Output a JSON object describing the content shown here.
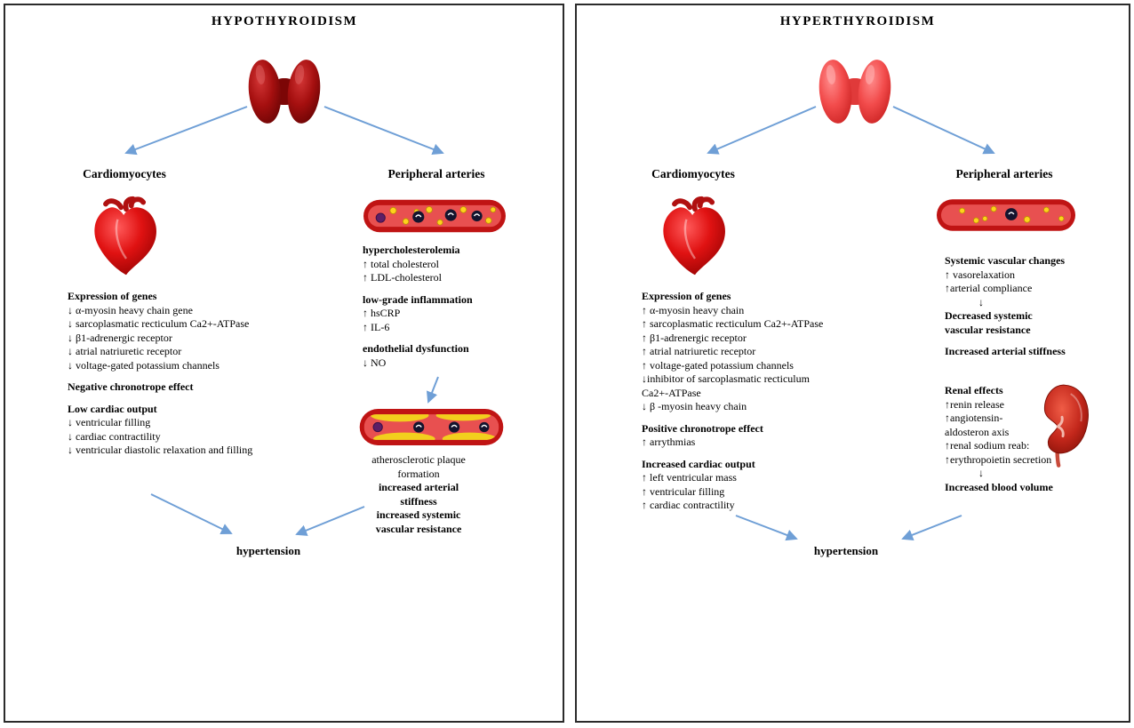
{
  "colors": {
    "arrow": "#6f9fd6",
    "hypo_thyroid": "#9a0f0f",
    "hyper_thyroid": "#f24b4b",
    "heart": "#cc0000",
    "artery_wall": "#c01414",
    "plaque_yellow": "#f2cf1d",
    "kidney": "#c3271b",
    "panel_border": "#2b2b2b",
    "text": "#000000",
    "background": "#ffffff"
  },
  "icons": {
    "left_thyroid": "thyroid-gland-dark-red",
    "right_thyroid": "thyroid-gland-bright-red",
    "heart": "anatomical-heart",
    "artery": "artery-with-lipids-and-cells",
    "athero_artery": "artery-with-atherosclerotic-plaque",
    "kidney": "kidney-with-ureter"
  },
  "panels": [
    {
      "title": "HYPOTHYROIDISM",
      "cardio_label": "Cardiomyocytes",
      "arteries_label": "Peripheral arteries",
      "hypertension_label": "hypertension",
      "cardio_lines": [
        "Expression of genes",
        "↓ α-myosin heavy chain gene",
        "↓ sarcoplasmatic recticulum Ca2+-ATPase",
        "↓ β1-adrenergic receptor",
        "↓ atrial natriuretic receptor",
        "↓ voltage-gated potassium channels",
        "Negative chronotrope effect",
        "Low cardiac output",
        "↓ ventricular filling",
        "↓ cardiac contractility",
        "↓ ventricular diastolic relaxation and filling"
      ],
      "artery_lines": [
        "hypercholesterolemia",
        "↑ total cholesterol",
        "↑ LDL-cholesterol",
        "low-grade inflammation",
        "↑ hsCRP",
        "↑ IL-6",
        "endothelial dysfunction",
        "↓ NO"
      ],
      "athero_lines": [
        "atherosclerotic plaque",
        "formation",
        "increased arterial",
        "stiffness",
        "increased systemic",
        "vascular resistance"
      ]
    },
    {
      "title": "HYPERTHYROIDISM",
      "cardio_label": "Cardiomyocytes",
      "arteries_label": "Peripheral arteries",
      "hypertension_label": "hypertension",
      "cardio_lines": [
        "Expression of genes",
        "↑ α-myosin heavy chain",
        "↑ sarcoplasmatic recticulum Ca2+-ATPase",
        "↑ β1-adrenergic receptor",
        "↑ atrial natriuretic receptor",
        "↑ voltage-gated potassium channels",
        "↓inhibitor of sarcoplasmatic recticulum",
        "Ca2+-ATPase",
        "↓ β -myosin heavy chain",
        "Positive chronotrope effect",
        "↑ arrythmias",
        "Increased cardiac output",
        "↑ left ventricular mass",
        "↑ ventricular filling",
        "↑ cardiac contractility"
      ],
      "vascular_lines": [
        "Systemic vascular changes",
        "↑ vasorelaxation",
        "↑arterial compliance",
        "↓",
        "Decreased systemic",
        "vascular resistance",
        "Increased arterial stiffness"
      ],
      "renal_lines": [
        "Renal effects",
        "↑renin release",
        "↑angiotensin-",
        "aldosteron axis",
        "↑renal sodium reab:",
        "↑erythropoietin secretion",
        "↓",
        "Increased blood volume"
      ]
    }
  ]
}
